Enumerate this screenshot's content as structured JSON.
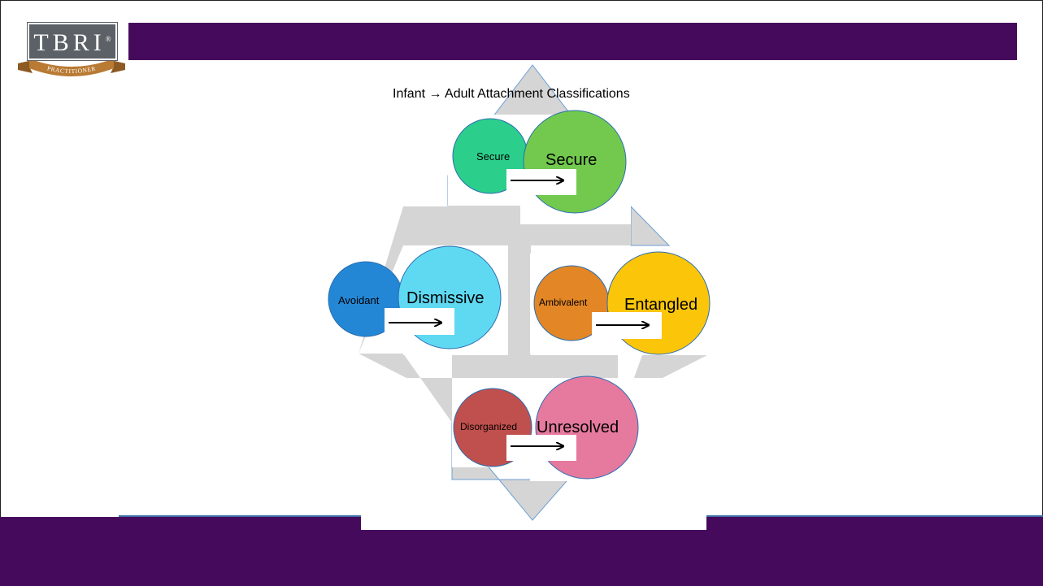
{
  "logo": {
    "text": "TBRI",
    "mark": "®",
    "ribbon_text": "PRACTITIONER"
  },
  "diagram": {
    "title": "Infant → Adult Attachment Classifications",
    "pairs": [
      {
        "infant": "Secure",
        "adult": "Secure",
        "infant_color": "#2bcf8b",
        "adult_color": "#72c94e"
      },
      {
        "infant": "Avoidant",
        "adult": "Dismissive",
        "infant_color": "#2487d6",
        "adult_color": "#5fd9f2"
      },
      {
        "infant": "Ambivalent",
        "adult": "Entangled",
        "infant_color": "#e38626",
        "adult_color": "#fbc50a"
      },
      {
        "infant": "Disorganized",
        "adult": "Unresolved",
        "infant_color": "#c0504d",
        "adult_color": "#e6799e"
      }
    ]
  },
  "colors": {
    "banner": "#460a5c",
    "diamond": "#d5d5d5",
    "diamond_edge": "#6d9fd5"
  }
}
